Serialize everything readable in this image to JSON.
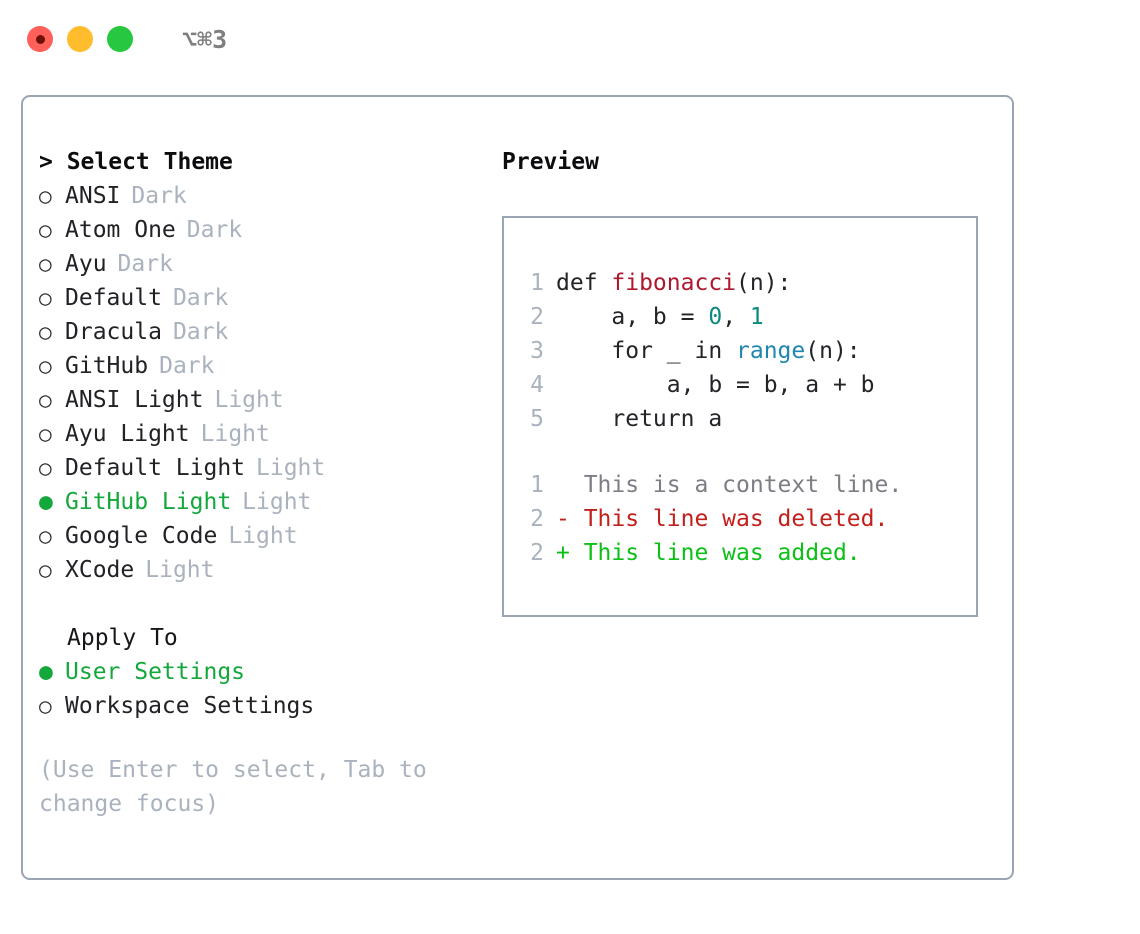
{
  "window": {
    "shortcut": "⌥⌘3",
    "traffic_lights": [
      {
        "name": "close",
        "color": "#ff6059"
      },
      {
        "name": "minimize",
        "color": "#ffbd2e"
      },
      {
        "name": "maximize",
        "color": "#27c83f"
      }
    ]
  },
  "theme_picker": {
    "heading": "> Select Theme",
    "items": [
      {
        "marker": "○",
        "label": "ANSI",
        "tag": "Dark",
        "selected": false
      },
      {
        "marker": "○",
        "label": "Atom One",
        "tag": "Dark",
        "selected": false
      },
      {
        "marker": "○",
        "label": "Ayu",
        "tag": "Dark",
        "selected": false
      },
      {
        "marker": "○",
        "label": "Default",
        "tag": "Dark",
        "selected": false
      },
      {
        "marker": "○",
        "label": "Dracula",
        "tag": "Dark",
        "selected": false
      },
      {
        "marker": "○",
        "label": "GitHub",
        "tag": "Dark",
        "selected": false
      },
      {
        "marker": "○",
        "label": "ANSI Light",
        "tag": "Light",
        "selected": false
      },
      {
        "marker": "○",
        "label": "Ayu Light",
        "tag": "Light",
        "selected": false
      },
      {
        "marker": "○",
        "label": "Default Light",
        "tag": "Light",
        "selected": false
      },
      {
        "marker": "●",
        "label": "GitHub Light",
        "tag": "Light",
        "selected": true
      },
      {
        "marker": "○",
        "label": "Google Code",
        "tag": "Light",
        "selected": false
      },
      {
        "marker": "○",
        "label": "XCode",
        "tag": "Light",
        "selected": false
      }
    ]
  },
  "apply_to": {
    "heading": "Apply To",
    "items": [
      {
        "marker": "●",
        "label": "User Settings",
        "selected": true
      },
      {
        "marker": "○",
        "label": "Workspace Settings",
        "selected": false
      }
    ]
  },
  "hint": "(Use Enter to select, Tab to change focus)",
  "preview": {
    "heading": "Preview",
    "code_lines": [
      {
        "no": "1",
        "indent": "",
        "segments": [
          {
            "text": "def ",
            "type": "kw"
          },
          {
            "text": "fibonacci",
            "type": "fn"
          },
          {
            "text": "(n):",
            "type": "plain"
          }
        ]
      },
      {
        "no": "2",
        "indent": "",
        "segments": [
          {
            "text": "    a, b = ",
            "type": "plain"
          },
          {
            "text": "0",
            "type": "num"
          },
          {
            "text": ", ",
            "type": "plain"
          },
          {
            "text": "1",
            "type": "num"
          }
        ]
      },
      {
        "no": "3",
        "indent": "",
        "segments": [
          {
            "text": "    for _ in ",
            "type": "plain"
          },
          {
            "text": "range",
            "type": "call"
          },
          {
            "text": "(n):",
            "type": "plain"
          }
        ]
      },
      {
        "no": "4",
        "indent": "",
        "segments": [
          {
            "text": "        a, b = b, a + b",
            "type": "plain"
          }
        ]
      },
      {
        "no": "5",
        "indent": "",
        "segments": [
          {
            "text": "    return a",
            "type": "plain"
          }
        ]
      }
    ],
    "diff_lines": [
      {
        "no": "1",
        "sign": "  ",
        "text": "This is a context line.",
        "kind": "ctx"
      },
      {
        "no": "2",
        "sign": "- ",
        "text": "This line was deleted.",
        "kind": "del"
      },
      {
        "no": "2",
        "sign": "+ ",
        "text": "This line was added.",
        "kind": "add"
      }
    ]
  },
  "colors": {
    "selected_green": "#14a83c",
    "tag_gray": "#a9b2bd",
    "border": "#9aa5b4",
    "diff_add": "#0cc017",
    "diff_del": "#c2201c",
    "diff_ctx": "#7d7d85",
    "token_function": "#b01830",
    "token_number": "#0b8a7c",
    "token_call": "#1f86b2"
  }
}
